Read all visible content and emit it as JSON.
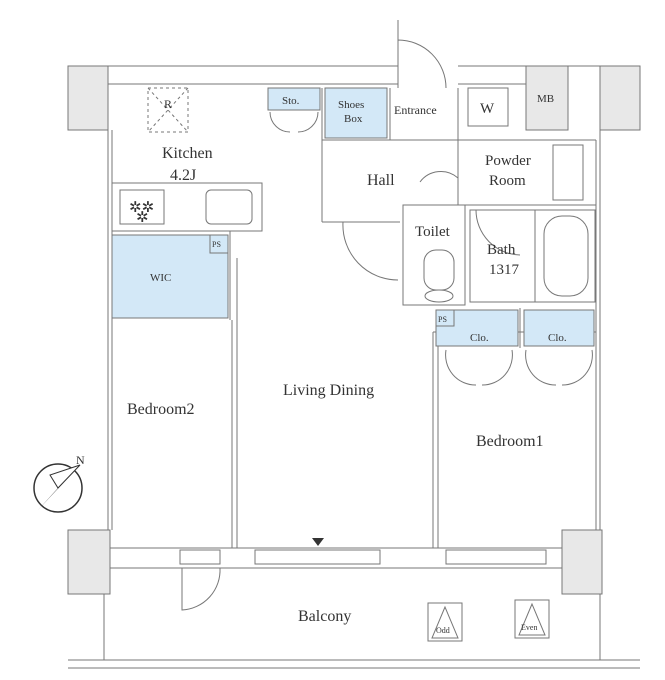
{
  "rooms": {
    "kitchen": "Kitchen",
    "kitchen_size": "4.2J",
    "storage": "Sto.",
    "shoes_box_1": "Shoes",
    "shoes_box_2": "Box",
    "entrance": "Entrance",
    "washer": "W",
    "meter_box": "MB",
    "hall": "Hall",
    "powder_room_1": "Powder",
    "powder_room_2": "Room",
    "toilet": "Toilet",
    "bath_1": "Bath",
    "bath_2": "1317",
    "wic": "WIC",
    "ps_1": "PS",
    "ps_2": "PS",
    "closet_1": "Clo.",
    "closet_2": "Clo.",
    "living_dining": "Living Dining",
    "bedroom2": "Bedroom2",
    "bedroom1": "Bedroom1",
    "balcony": "Balcony",
    "ac_odd": "Odd",
    "ac_even": "Even",
    "range_hood": "R"
  },
  "compass": {
    "north_label": "N"
  },
  "colors": {
    "storage_fill": "#d3e8f7",
    "wall_stroke": "#777777"
  }
}
